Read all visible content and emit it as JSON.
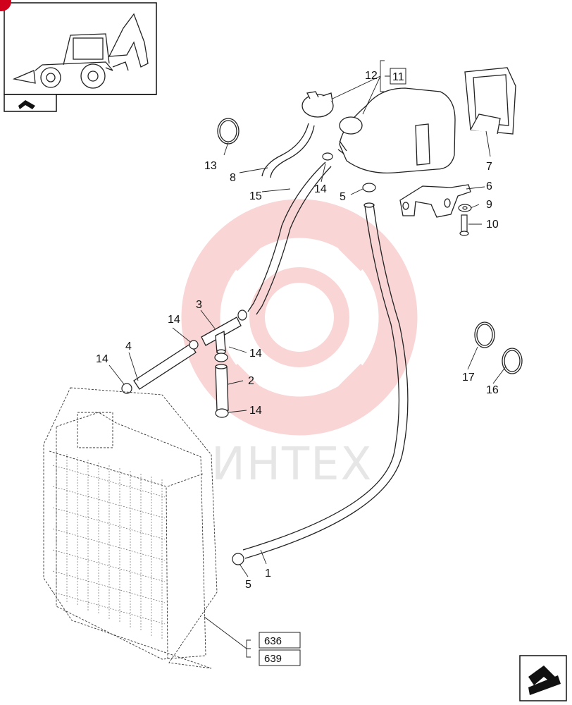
{
  "watermark": {
    "text": "ИНТЕХ",
    "color": "#f2b8b8"
  },
  "callouts": {
    "c1": "1",
    "c2": "2",
    "c3": "3",
    "c4": "4",
    "c5a": "5",
    "c5b": "5",
    "c6": "6",
    "c7": "7",
    "c8": "8",
    "c9": "9",
    "c10": "10",
    "c11": "11",
    "c12": "12",
    "c13": "13",
    "c14a": "14",
    "c14b": "14",
    "c14c": "14",
    "c14d": "14",
    "c14e": "14",
    "c15": "15",
    "c16": "16",
    "c17": "17"
  },
  "reference_boxes": {
    "ref1": "636",
    "ref2": "639"
  },
  "colors": {
    "accent": "#d0021b",
    "line": "#111111"
  },
  "icons": {
    "thumbnail": "backhoe-loader-icon",
    "nav": "next-page-arrow-icon"
  }
}
